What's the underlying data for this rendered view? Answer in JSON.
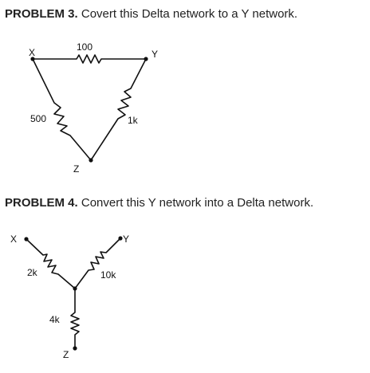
{
  "problem3": {
    "label": "PROBLEM 3.",
    "text": " Covert this Delta network to a Y network.",
    "nodes": {
      "x": "X",
      "y": "Y",
      "z": "Z"
    },
    "resistors": {
      "top": "100",
      "left": "500",
      "right": "1k"
    }
  },
  "problem4": {
    "label": "PROBLEM 4.",
    "text": " Convert this Y network into a Delta network.",
    "nodes": {
      "x": "X",
      "y": "Y",
      "z": "Z"
    },
    "resistors": {
      "left": "2k",
      "right": "10k",
      "bottom": "4k"
    }
  }
}
